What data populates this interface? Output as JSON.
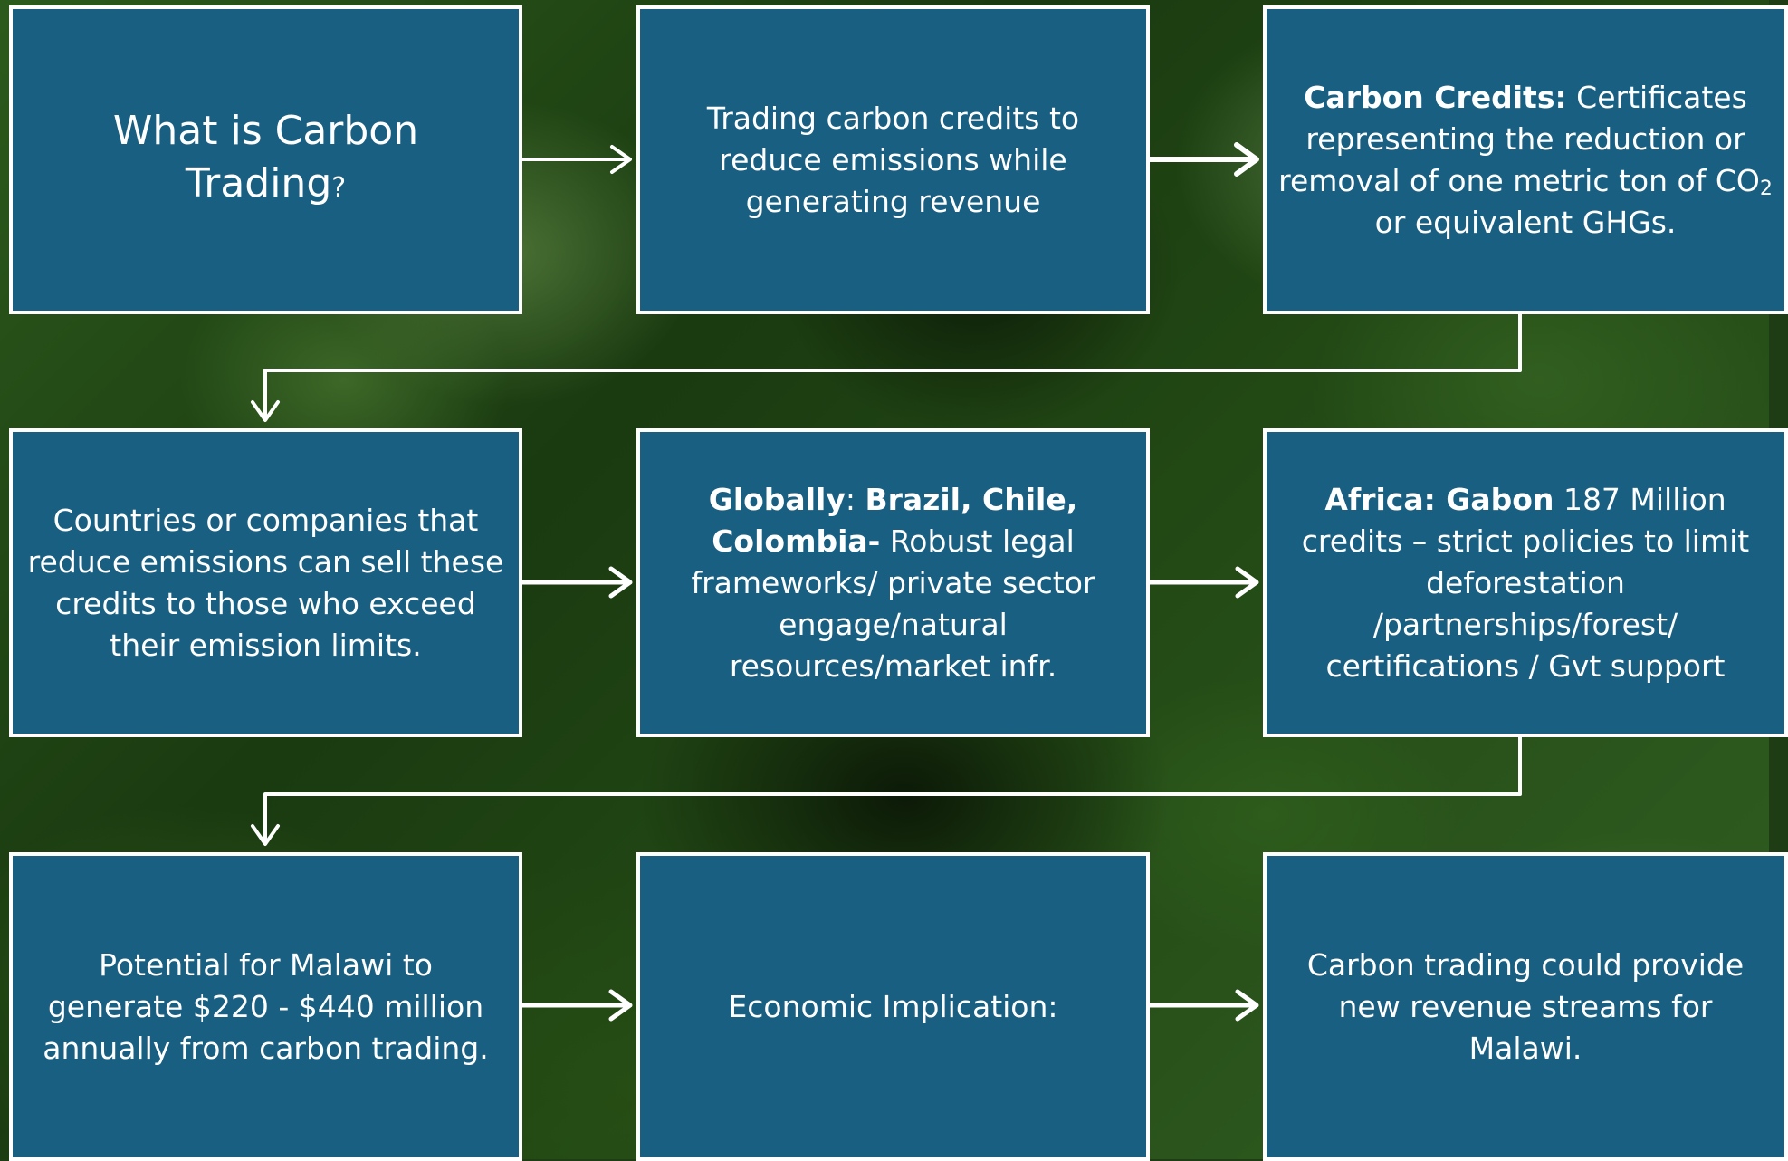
{
  "diagram": {
    "colors": {
      "box_fill": "#185f82",
      "box_border": "#ffffff",
      "text": "#ffffff",
      "connector": "#ffffff"
    },
    "boxes": [
      {
        "id": "what-is-carbon-trading",
        "title_main": "What is Carbon",
        "title_line2": "Trading",
        "title_qmark": "?"
      },
      {
        "id": "trading-definition",
        "text": "Trading carbon credits to reduce emissions while generating revenue"
      },
      {
        "id": "carbon-credits",
        "bold": "Carbon Credits:",
        "text_before_sub": " Certificates representing the reduction or removal of one metric ton of CO",
        "sub": "2",
        "text_after_sub": " or equivalent GHGs."
      },
      {
        "id": "sell-credits",
        "text": "Countries or companies that reduce emissions can sell these credits to those who exceed their emission limits."
      },
      {
        "id": "globally",
        "bold1": "Globally",
        "plain1": ": ",
        "bold2": "Brazil, Chile, Colombia-",
        "plain2": " Robust legal frameworks/ private sector engage/natural resources/market infr."
      },
      {
        "id": "africa-gabon",
        "bold": "Africa: Gabon",
        "text": " 187 Million credits – strict policies to limit deforestation /partnerships/forest/ certifications / Gvt support"
      },
      {
        "id": "malawi-potential",
        "text": "Potential for Malawi to generate $220 - $440 million annually from carbon trading."
      },
      {
        "id": "economic-implication",
        "text": "Economic Implication:"
      },
      {
        "id": "revenue-streams",
        "text": "Carbon trading could provide new revenue streams for Malawi."
      }
    ]
  }
}
